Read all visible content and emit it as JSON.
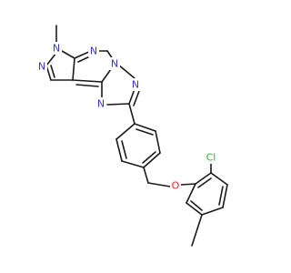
{
  "colors": {
    "bond": "#1a1a1a",
    "nitrogen": "#3333ee",
    "oxygen": "#ee2222",
    "chlorine": "#22bb22",
    "background": "#ffffff"
  },
  "atoms": {
    "n_methyl": "N",
    "n_pyrazole": "N",
    "n_pyrimidine": "N",
    "n_bridge": "N",
    "n_triazole_top": "N",
    "n_triazole_bottom": "N",
    "o_ether": "O",
    "cl": "Cl"
  }
}
